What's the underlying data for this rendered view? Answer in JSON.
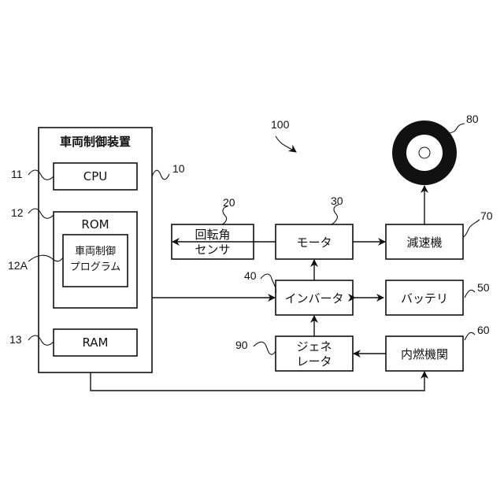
{
  "diagram_number": "100",
  "control_device": {
    "title": "車両制御装置",
    "ref": "10",
    "cpu": {
      "label": "CPU",
      "ref": "11"
    },
    "rom": {
      "label": "ROM",
      "ref": "12"
    },
    "program": {
      "line1": "車両制御",
      "line2": "プログラム",
      "ref": "12A"
    },
    "ram": {
      "label": "RAM",
      "ref": "13"
    }
  },
  "sensor": {
    "line1": "回転角",
    "line2": "センサ",
    "ref": "20"
  },
  "motor": {
    "label": "モータ",
    "ref": "30"
  },
  "inverter": {
    "label": "インバータ",
    "ref": "40"
  },
  "battery": {
    "label": "バッテリ",
    "ref": "50"
  },
  "engine": {
    "label": "内燃機関",
    "ref": "60"
  },
  "reducer": {
    "label": "減速機",
    "ref": "70"
  },
  "wheel": {
    "ref": "80"
  },
  "generator": {
    "line1": "ジェネ",
    "line2": "レータ",
    "ref": "90"
  }
}
